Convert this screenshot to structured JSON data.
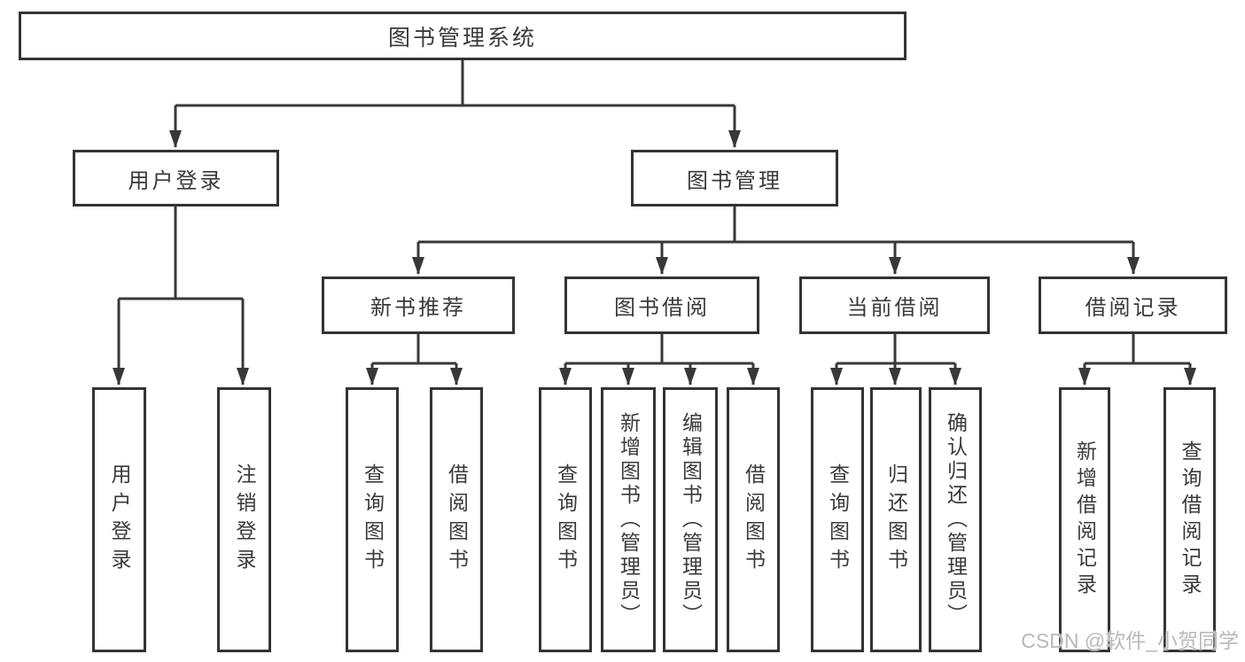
{
  "diagram_title": "图书管理系统",
  "nodes": {
    "root": {
      "label": "图书管理系统"
    },
    "user_login": {
      "label": "用户登录"
    },
    "book_management": {
      "label": "图书管理"
    },
    "new_book_recommend": {
      "label": "新书推荐"
    },
    "book_borrow": {
      "label": "图书借阅"
    },
    "current_borrow": {
      "label": "当前借阅"
    },
    "borrow_records": {
      "label": "借阅记录"
    },
    "leaf_user_login": {
      "label": "用户登录"
    },
    "leaf_logout": {
      "label": "注销登录"
    },
    "leaf_query_books_rec": {
      "label": "查询图书"
    },
    "leaf_borrow_books_rec": {
      "label": "借阅图书"
    },
    "leaf_query_books_borrow": {
      "label": "查询图书"
    },
    "leaf_add_books_admin": {
      "label": "新增图书（管理员）"
    },
    "leaf_edit_books_admin": {
      "label": "编辑图书（管理员）"
    },
    "leaf_borrow_books_borrow": {
      "label": "借阅图书"
    },
    "leaf_query_books_current": {
      "label": "查询图书"
    },
    "leaf_return_books": {
      "label": "归还图书"
    },
    "leaf_confirm_return_admin": {
      "label": "确认归还（管理员）"
    },
    "leaf_add_borrow_record": {
      "label": "新增借阅记录"
    },
    "leaf_query_borrow_record": {
      "label": "查询借阅记录"
    }
  },
  "watermark": "CSDN @软件_小贺同学",
  "colors": {
    "line": "#383838",
    "box_border": "#333333",
    "text": "#3a3a3a",
    "watermark": "#b9b9b9",
    "background": "#ffffff"
  }
}
